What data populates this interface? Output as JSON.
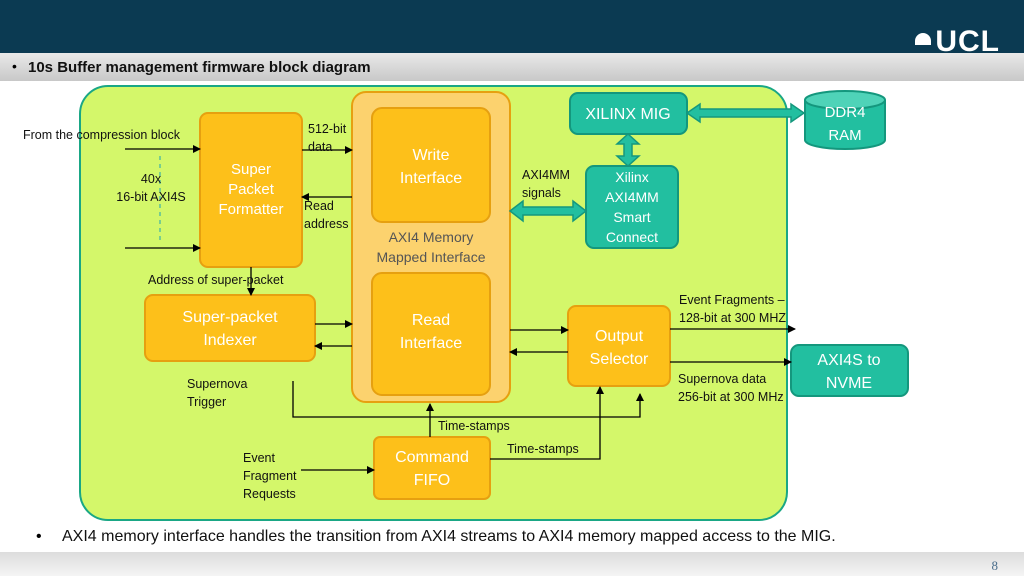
{
  "header": {
    "title": "10s Buffer management firmware block diagram",
    "logo_text": "UCL"
  },
  "footer": {
    "note": "AXI4 memory interface handles the transition from AXI4 streams to AXI4 memory mapped access to the MIG.",
    "page_number": "8"
  },
  "colors": {
    "top_bar": "#0b3a52",
    "canvas": "#d4f76a",
    "block_orange": "#fdc01a",
    "block_teal": "#22bfa0",
    "axi_mm_fill": "#fcd26e"
  },
  "diagram": {
    "blocks": {
      "super_packet_formatter": [
        "Super",
        "Packet",
        "Formatter"
      ],
      "axi4_memory_mapped": [
        "AXI4 Memory",
        "Mapped Interface"
      ],
      "write_interface": [
        "Write",
        "Interface"
      ],
      "read_interface": [
        "Read",
        "Interface"
      ],
      "super_packet_indexer": [
        "Super-packet",
        "Indexer"
      ],
      "command_fifo": [
        "Command",
        "FIFO"
      ],
      "output_selector": [
        "Output",
        "Selector"
      ],
      "xilinx_mig": [
        "XILINX MIG"
      ],
      "ddr4_ram": [
        "DDR4",
        "RAM"
      ],
      "axi4mm_smart_connect": [
        "Xilinx",
        "AXI4MM",
        "Smart",
        "Connect"
      ],
      "axi4s_to_nvme": [
        "AXI4S to",
        "NVME"
      ]
    },
    "labels": {
      "from_compression": "From the compression block",
      "axi4s_inputs": [
        "40x",
        "16-bit AXI4S"
      ],
      "data_512": [
        "512-bit",
        "data"
      ],
      "read_address": [
        "Read",
        "address"
      ],
      "axi4mm_signals": [
        "AXI4MM",
        "signals"
      ],
      "address_superpacket": "Address of super-packet",
      "event_fragments_out": [
        "Event Fragments –",
        "128-bit at 300 MHZ"
      ],
      "supernova_data": [
        "Supernova data",
        "256-bit at 300 MHz"
      ],
      "supernova_trigger": [
        "Supernova",
        "Trigger"
      ],
      "time_stamps_1": "Time-stamps",
      "time_stamps_2": "Time-stamps",
      "event_fragment_requests": [
        "Event",
        "Fragment",
        "Requests"
      ]
    }
  }
}
